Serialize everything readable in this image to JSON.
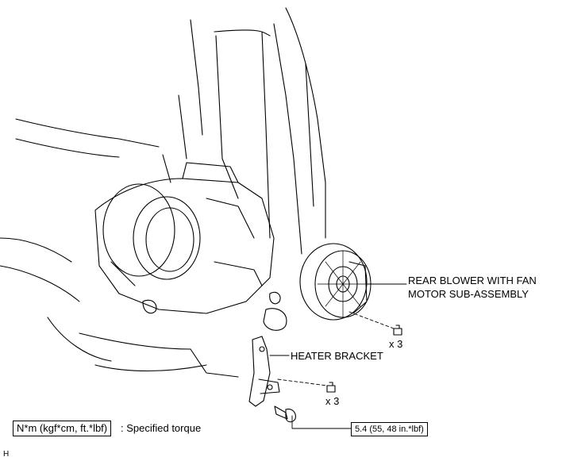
{
  "callouts": {
    "blower_line1": "REAR BLOWER WITH FAN",
    "blower_line2": "MOTOR SUB-ASSEMBLY",
    "heater_bracket": "HEATER BRACKET",
    "qty_upper": "x 3",
    "qty_lower": "x 3",
    "torque_value": "5.4 (55, 48 in.*lbf)"
  },
  "legend": {
    "unit_box": "N*m (kgf*cm, ft.*lbf)",
    "description": ": Specified torque"
  },
  "corner_mark": "H"
}
